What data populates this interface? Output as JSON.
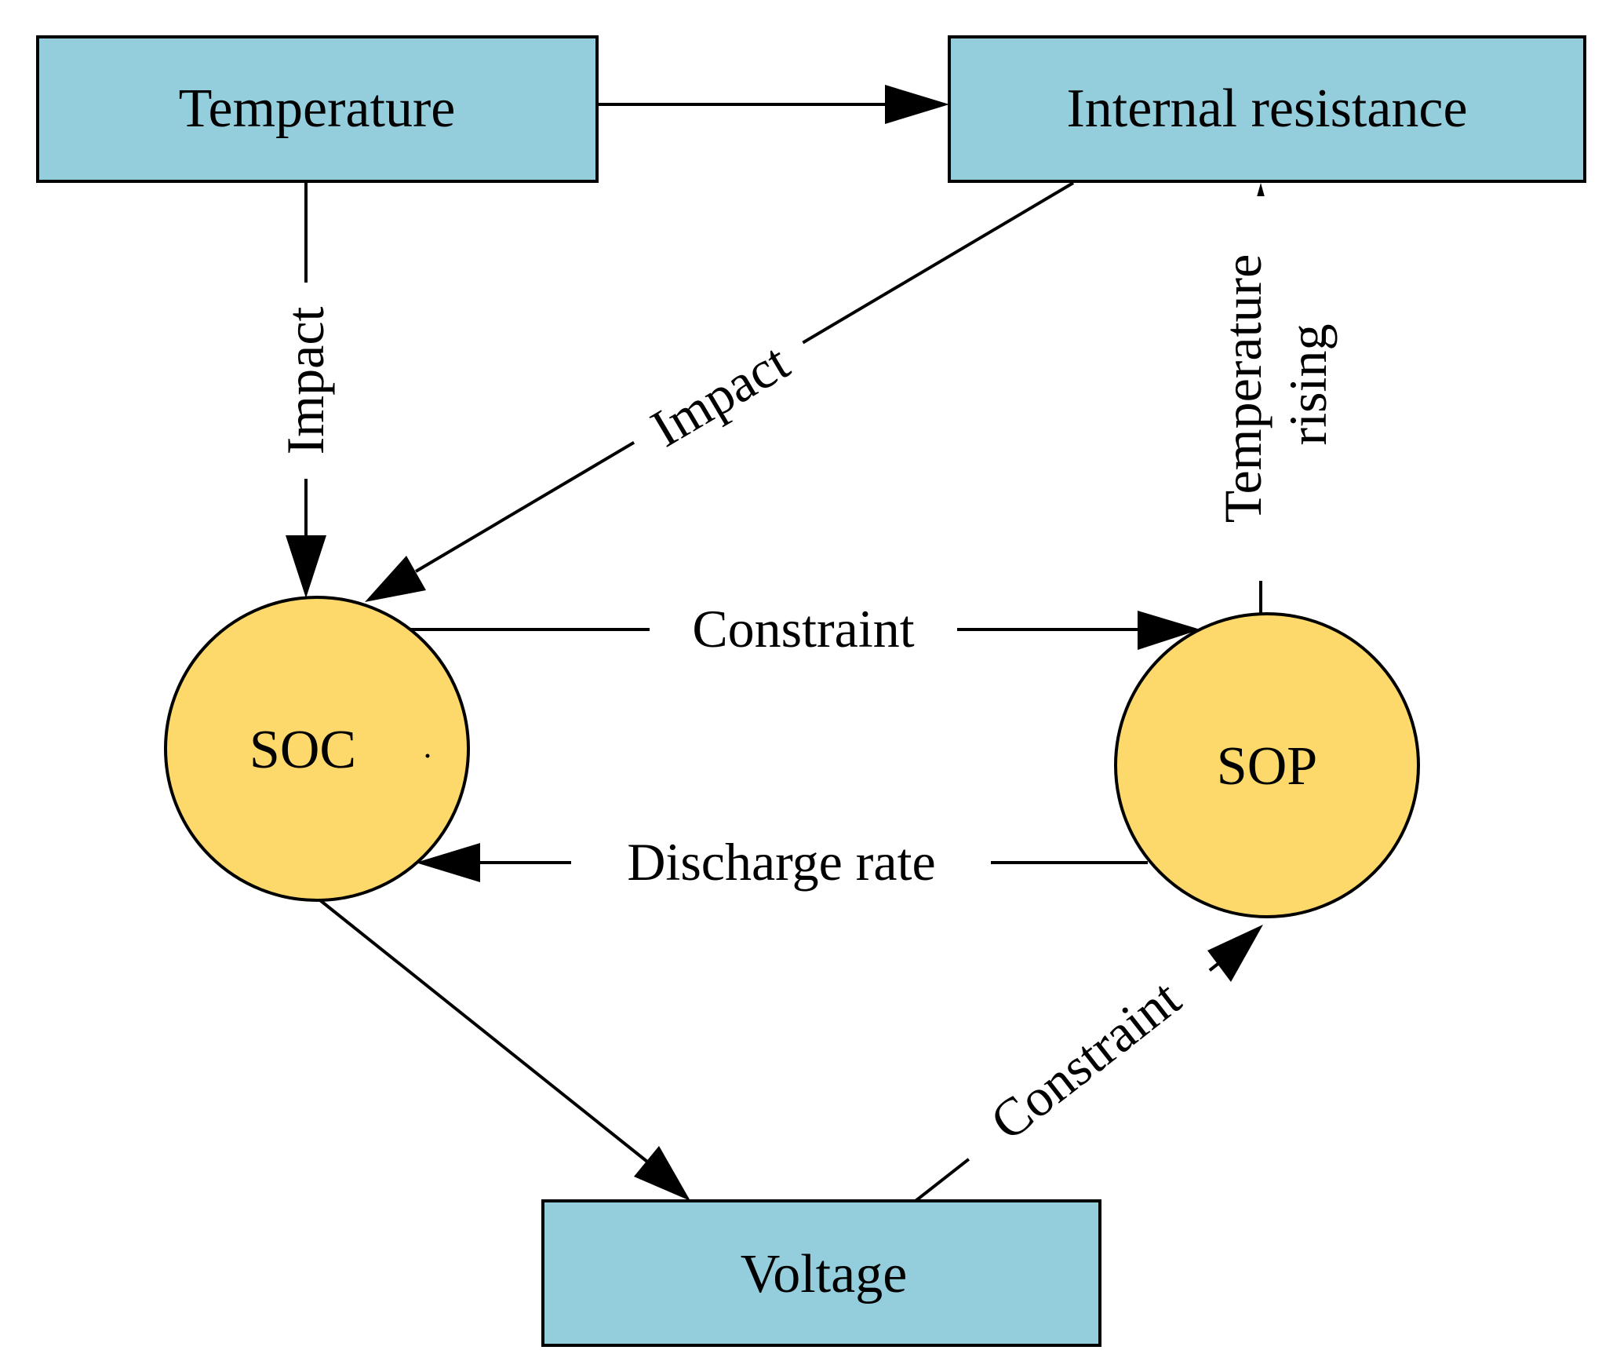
{
  "nodes": {
    "temperature": "Temperature",
    "internal_resistance": "Internal resistance",
    "soc": "SOC",
    "sop": "SOP",
    "voltage": "Voltage"
  },
  "edges": {
    "temperature_to_soc": "Impact",
    "resistance_to_soc": "Impact",
    "soc_to_sop": "Constraint",
    "sop_to_soc": "Discharge rate",
    "voltage_to_sop": "Constraint",
    "sop_to_resistance_line1": "Temperature",
    "sop_to_resistance_line2": "rising"
  },
  "colors": {
    "box_fill": "#94cddc",
    "circle_fill": "#fcd96a",
    "stroke": "#000000"
  }
}
